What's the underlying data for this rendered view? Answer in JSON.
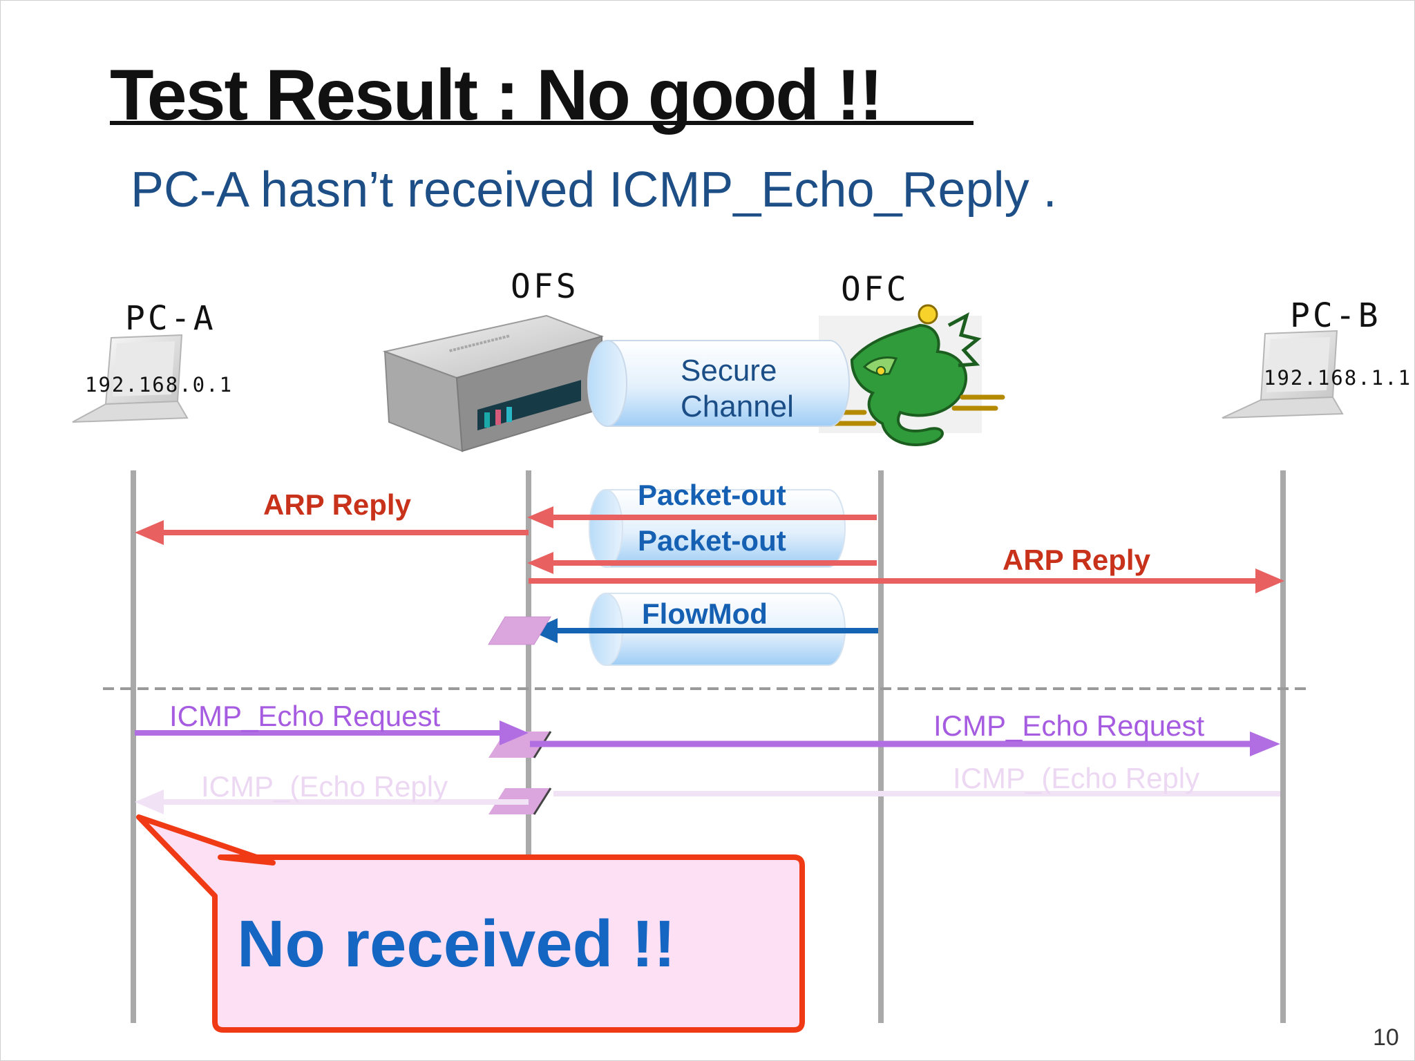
{
  "slide": {
    "title": "Test Result : No good !!",
    "subtitle": "PC-A hasn’t received ICMP_Echo_Reply .",
    "page_number": "10"
  },
  "nodes": {
    "pc_a": {
      "label": "PC-A",
      "ip": "192.168.0.1",
      "icon": "laptop-icon"
    },
    "ofs": {
      "label": "OFS",
      "icon": "network-switch-icon"
    },
    "ofc": {
      "label": "OFC",
      "icon": "dragon-icon"
    },
    "pc_b": {
      "label": "PC-B",
      "ip": "192.168.1.1",
      "icon": "laptop-icon"
    }
  },
  "secure_channel": {
    "line1": "Secure",
    "line2": "Channel"
  },
  "messages": {
    "arp_reply_left": "ARP Reply",
    "packet_out_1": "Packet-out",
    "packet_out_2": "Packet-out",
    "arp_reply_right": "ARP Reply",
    "flowmod": "FlowMod",
    "icmp_request_left": "ICMP_Echo Request",
    "icmp_request_right": "ICMP_Echo Request",
    "icmp_reply_left": "ICMP_(Echo Reply",
    "icmp_reply_right": "ICMP_(Echo Reply"
  },
  "callout": {
    "text": "No received !!"
  },
  "colors": {
    "arp": "#e8605f",
    "flowmod": "#1563b3",
    "icmp_request": "#b06ee2",
    "icmp_reply_faint": "#f1e3f5",
    "callout_border": "#f03a16",
    "callout_fill": "#fde0f4",
    "flow_entry": "#dba6de"
  }
}
